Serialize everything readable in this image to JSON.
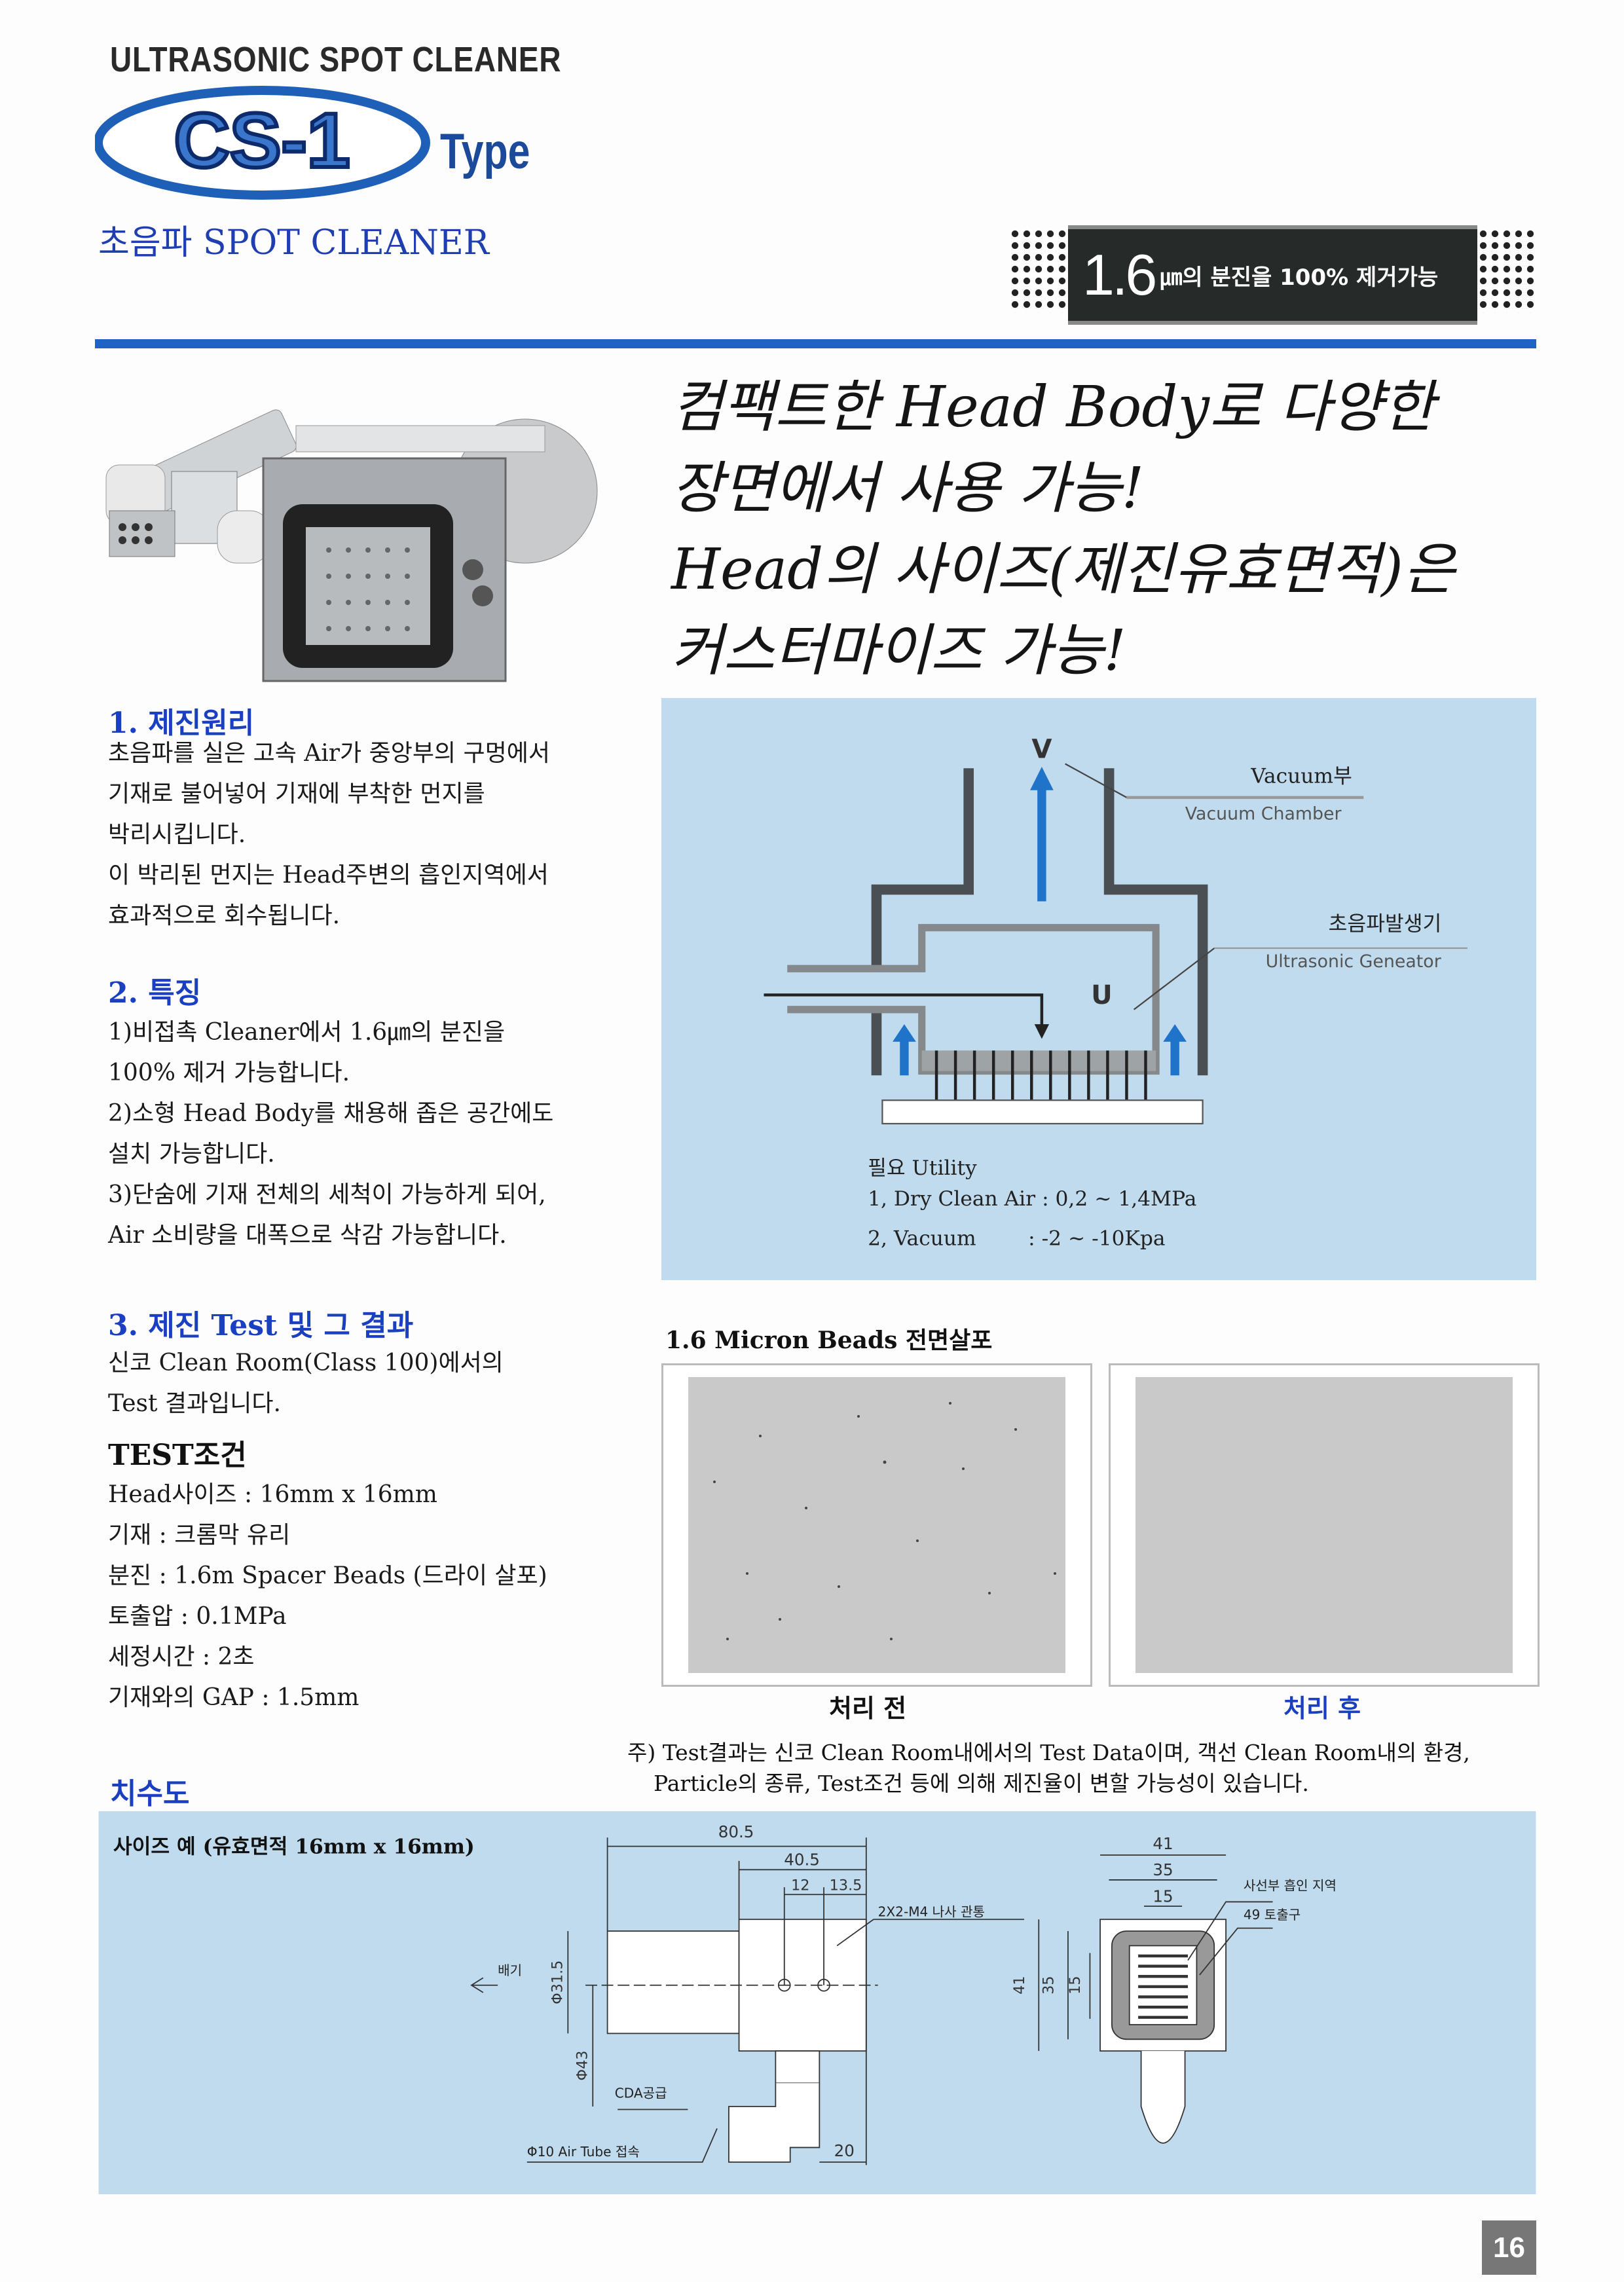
{
  "header": {
    "kicker": "ULTRASONIC SPOT CLEANER",
    "logo_text": "CS-1",
    "type_label": "Type",
    "subtitle": "초음파 SPOT CLEANER",
    "badge": {
      "big": "1.6",
      "text": "㎛의 분진을 100% 제거가능"
    }
  },
  "headline": {
    "lines": [
      "컴팩트한 Head Body로 다양한",
      "장면에서 사용 가능!",
      "Head의 사이즈(제진유효면적)은",
      "커스터마이즈 가능!"
    ]
  },
  "sections": {
    "principle": {
      "title": "1. 제진원리",
      "lines": [
        "초음파를 실은 고속 Air가 중앙부의 구멍에서",
        "기재로 불어넣어 기재에 부착한 먼지를",
        "박리시킵니다.",
        "이 박리된 먼지는 Head주변의 흡인지역에서",
        "효과적으로 회수됩니다."
      ]
    },
    "features": {
      "title": "2. 특징",
      "lines": [
        "1)비접촉 Cleaner에서 1.6㎛의 분진을",
        "100% 제거 가능합니다.",
        "2)소형 Head Body를 채용해 좁은 공간에도",
        "설치 가능합니다.",
        "3)단숨에 기재 전체의 세척이 가능하게 되어,",
        "Air 소비량을 대폭으로 삭감 가능합니다."
      ]
    },
    "test": {
      "title": "3. 제진 Test 및 그 결과",
      "lines": [
        "신코 Clean Room(Class 100)에서의",
        "Test 결과입니다."
      ],
      "conditions_title": "TEST조건",
      "conditions": [
        "Head사이즈 : 16mm x 16mm",
        "기재 : 크롬막 유리",
        "분진 : 1.6m Spacer Beads (드라이 살포)",
        "토출압 : 0.1MPa",
        "세정시간 : 2초",
        "기재와의 GAP : 1.5mm"
      ]
    },
    "dimensions_title": "치수도"
  },
  "diagram": {
    "v_label": "V",
    "u_label": "U",
    "vacuum_kr": "Vacuum부",
    "vacuum_en": "Vacuum Chamber",
    "generator_kr": "초음파발생기",
    "generator_en": "Ultrasonic Geneator",
    "utility_title": "필요 Utility",
    "utility_1": "1, Dry Clean Air : 0,2 ~ 1,4MPa",
    "utility_2": "2, Vacuum        : -2 ~ -10Kpa"
  },
  "results": {
    "title": "1.6 Micron Beads 전면살포",
    "before": "처리 전",
    "after": "처리 후",
    "note_1": "주) Test결과는 신코 Clean Room내에서의 Test Data이며, 객선 Clean Room내의 환경,",
    "note_2": "Particle의 종류, Test조건 등에 의해 제진율이 변할 가능성이 있습니다."
  },
  "dimensions": {
    "title": "사이즈 예 (유효면적 16mm x 16mm)",
    "d_80_5": "80.5",
    "d_40_5": "40.5",
    "d_12": "12",
    "d_13_5": "13.5",
    "screw": "2X2-M4 나사 관통",
    "exhaust": "배기",
    "d_phi31_5": "Φ31.5",
    "d_phi43": "Φ43",
    "cda": "CDA공급",
    "tube": "Φ10 Air Tube 접속",
    "d_20": "20",
    "d_41_top": "41",
    "d_35_top": "35",
    "d_15_top": "15",
    "suction": "사선부 흡인 지역",
    "nozzle": "49 토출구",
    "d_41_side": "41",
    "d_35_side": "35",
    "d_15_side": "15"
  },
  "page_number": "16",
  "colors": {
    "accent_blue": "#1f63c4",
    "panel": "#c1dbee",
    "heading_blue": "#1a3fc0"
  }
}
